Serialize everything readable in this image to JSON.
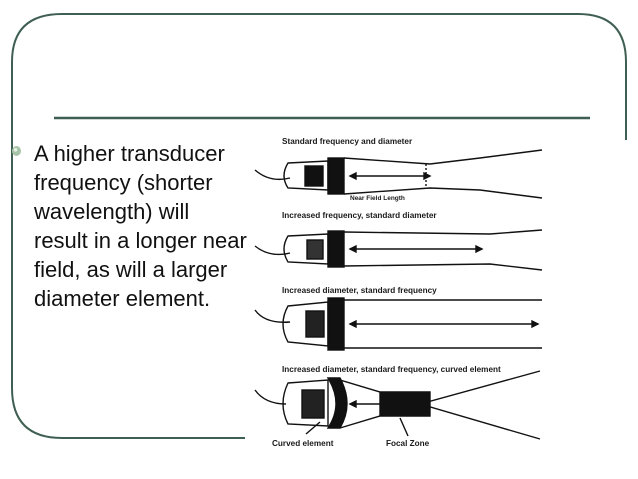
{
  "slide": {
    "bullet_text": "A higher transducer frequency (shorter wavelength) will result in a longer near field, as will a larger diameter element.",
    "accent_color": "#3a5a4a"
  },
  "figure": {
    "panels": [
      {
        "caption": "Standard frequency and diameter",
        "annotation": "Near Field Length"
      },
      {
        "caption": "Increased frequency, standard diameter"
      },
      {
        "caption": "Increased diameter, standard frequency"
      },
      {
        "caption": "Increased diameter, standard frequency, curved element",
        "label_left": "Curved element",
        "label_right": "Focal Zone"
      }
    ]
  }
}
